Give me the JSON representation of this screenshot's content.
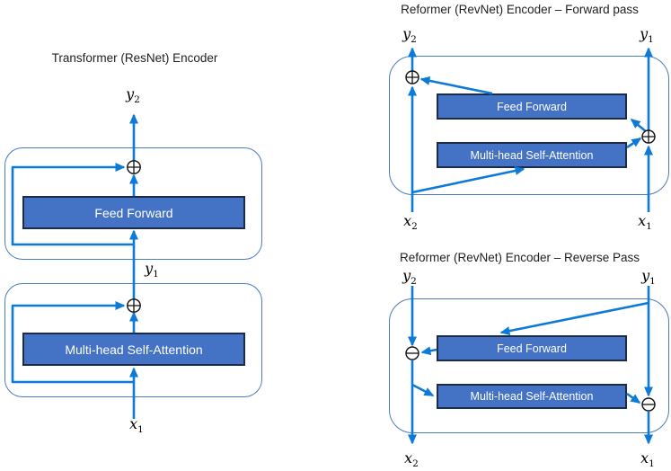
{
  "diagrams": {
    "transformer": {
      "title": "Transformer (ResNet) Encoder",
      "ff_label": "Feed Forward",
      "msa_label": "Multi-head Self-Attention",
      "output_label": {
        "base": "y",
        "sub": "2"
      },
      "mid_label": {
        "base": "y",
        "sub": "1"
      },
      "input_label": {
        "base": "x",
        "sub": "1"
      }
    },
    "forward": {
      "title": "Reformer (RevNet) Encoder – Forward pass",
      "ff_label": "Feed Forward",
      "msa_label": "Multi-head Self-Attention",
      "y2": {
        "base": "y",
        "sub": "2"
      },
      "y1": {
        "base": "y",
        "sub": "1"
      },
      "x2": {
        "base": "x",
        "sub": "2"
      },
      "x1": {
        "base": "x",
        "sub": "1"
      }
    },
    "reverse": {
      "title": "Reformer (RevNet) Encoder – Reverse Pass",
      "ff_label": "Feed Forward",
      "msa_label": "Multi-head Self-Attention",
      "y2": {
        "base": "y",
        "sub": "2"
      },
      "y1": {
        "base": "y",
        "sub": "1"
      },
      "x2": {
        "base": "x",
        "sub": "2"
      },
      "x1": {
        "base": "x",
        "sub": "1"
      }
    }
  },
  "icons": {
    "add_operator": "circled-plus",
    "subtract_operator": "circled-minus"
  },
  "colors": {
    "arrow": "#0d7ad8",
    "block_fill": "#4472c4",
    "block_border": "#1c2b4a",
    "container_border": "#4a7cc0",
    "operator": "#111111",
    "block_text": "#ffffff",
    "text": "#1f1f1f",
    "background": "#ffffff"
  }
}
